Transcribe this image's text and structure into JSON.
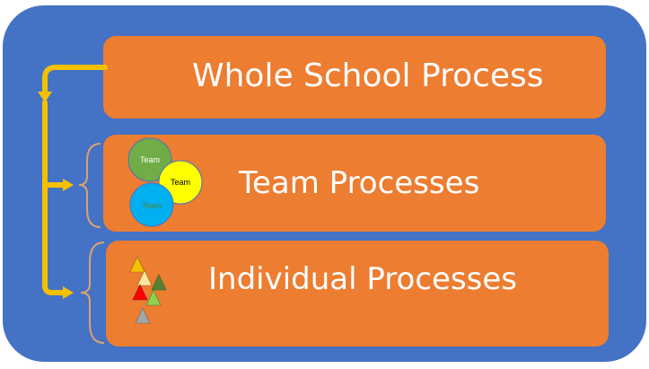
{
  "colors": {
    "background": "#ffffff",
    "panel": "#4472c4",
    "box": "#ed7d31",
    "arrow": "#f5c000",
    "brace": "#e0a070"
  },
  "diagram": {
    "boxes": [
      {
        "id": "whole",
        "label": "Whole School Process"
      },
      {
        "id": "team",
        "label": "Team Processes"
      },
      {
        "id": "individual",
        "label": "Individual Processes"
      }
    ],
    "team_circles": [
      {
        "label": "Team",
        "color": "#70ad47",
        "text_color": "#ffffff"
      },
      {
        "label": "Team",
        "color": "#ffff00",
        "text_color": "#000000"
      },
      {
        "label": "Team",
        "color": "#00b0f0",
        "text_color": "#548235"
      }
    ],
    "individual_triangles": [
      {
        "color": "#f5c000"
      },
      {
        "color": "#ffe6a0"
      },
      {
        "color": "#548235"
      },
      {
        "color": "#ff0000"
      },
      {
        "color": "#92d050"
      },
      {
        "color": "#a5a5a5"
      }
    ]
  }
}
